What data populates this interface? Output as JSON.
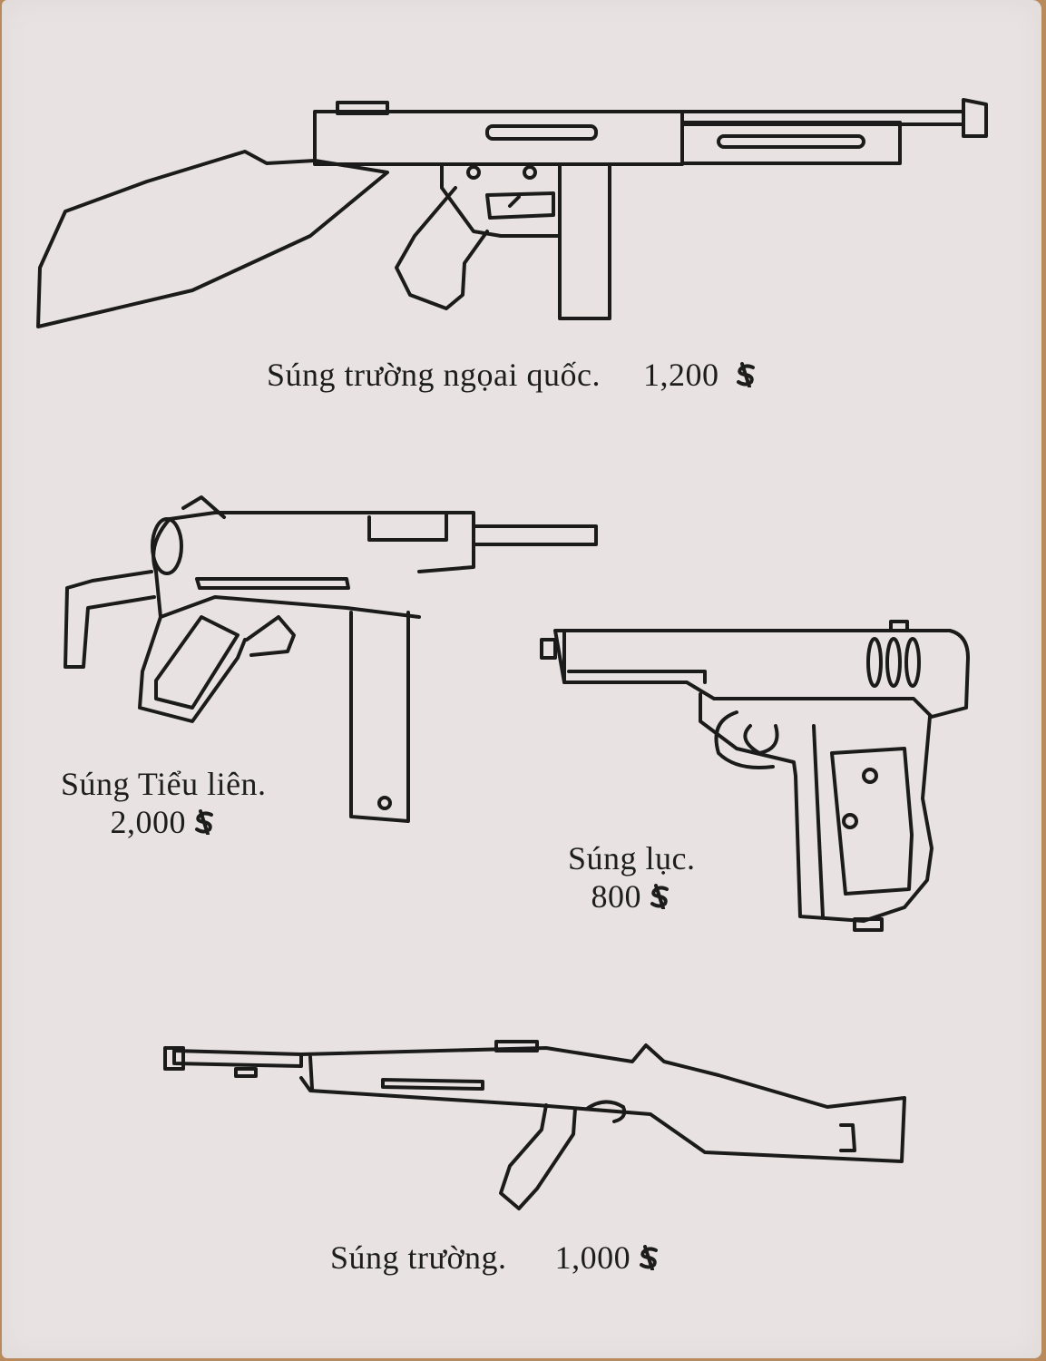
{
  "items": [
    {
      "name": "Súng trường ngọai quốc.",
      "price": "1,200"
    },
    {
      "name": "Súng Tiểu liên.",
      "price": "2,000"
    },
    {
      "name": "Súng lục.",
      "price": "800"
    },
    {
      "name": "Súng trường.",
      "price": "1,000"
    }
  ],
  "currency_icon": "dollar-sign-icon"
}
